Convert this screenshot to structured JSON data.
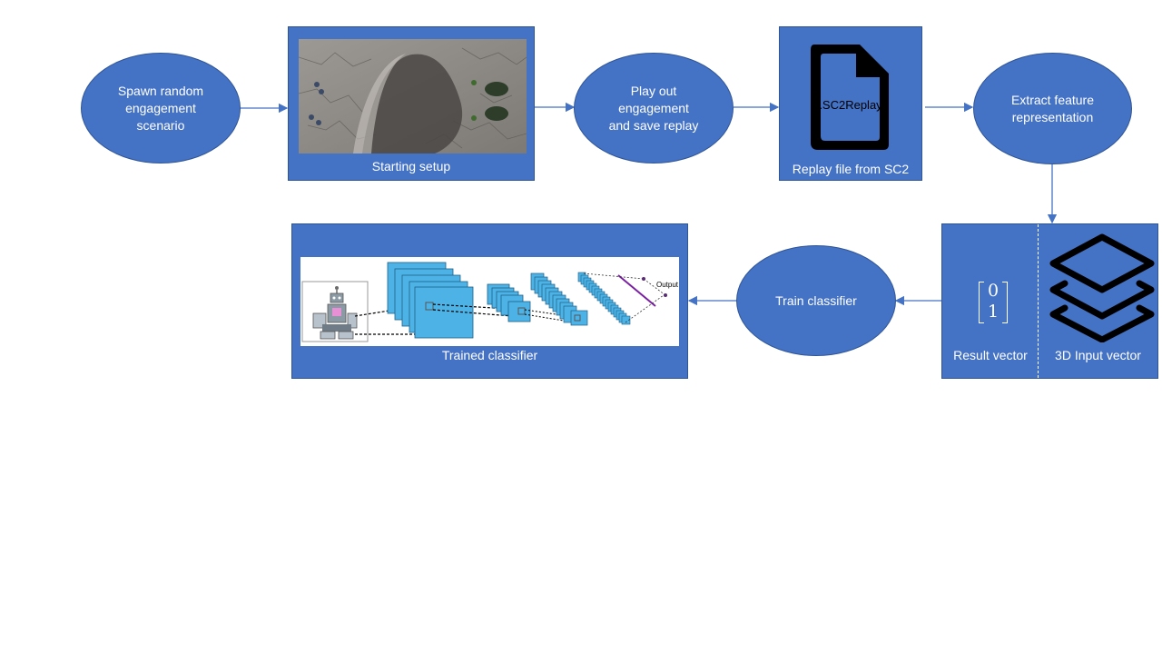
{
  "nodes": {
    "spawn": "Spawn random\nengagement\nscenario",
    "starting_setup": "Starting setup",
    "play_out": "Play out\nengagement\nand save replay",
    "replay_file_label": ".SC2Replay",
    "replay_file_caption": "Replay file from SC2",
    "extract": "Extract feature\nrepresentation",
    "result_vector_caption": "Result vector",
    "input_vector_caption": "3D Input vector",
    "train": "Train classifier",
    "trained_caption": "Trained classifier",
    "cnn_output_label": "Output"
  },
  "matrix": {
    "top": "0",
    "bottom": "1"
  },
  "colors": {
    "node_fill": "#4472c4",
    "node_border": "#2f5597",
    "arrow": "#4472c4",
    "cnn_block": "#4db3e6"
  },
  "icons": [
    "terrain-image",
    "file-icon",
    "layers-icon",
    "cnn-diagram",
    "robot-icon"
  ]
}
